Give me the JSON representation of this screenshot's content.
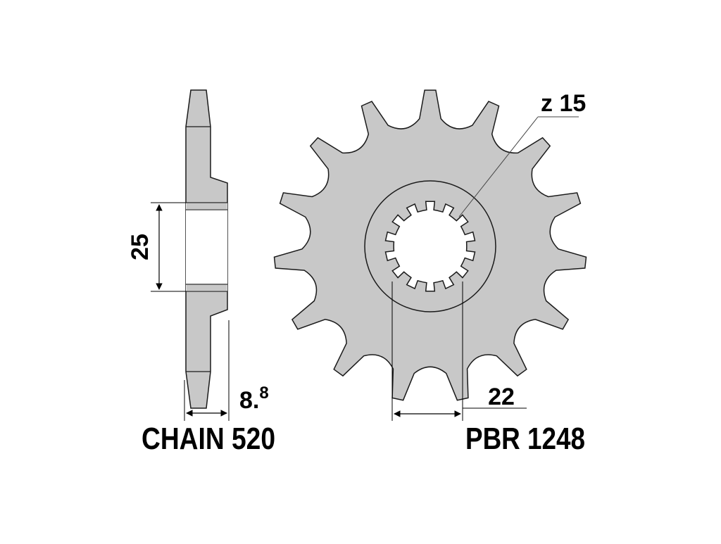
{
  "diagram": {
    "teeth_label": "z 15",
    "hub_width_label": "25",
    "thickness_main": "8.",
    "thickness_sup": "8",
    "spline_diameter_label": "22",
    "chain_label": "CHAIN 520",
    "part_number_label": "PBR 1248",
    "teeth_count": 15,
    "spline_count": 14,
    "colors": {
      "fill": "#c8c8c8",
      "stroke": "#1a1a1a",
      "background": "#ffffff"
    }
  }
}
